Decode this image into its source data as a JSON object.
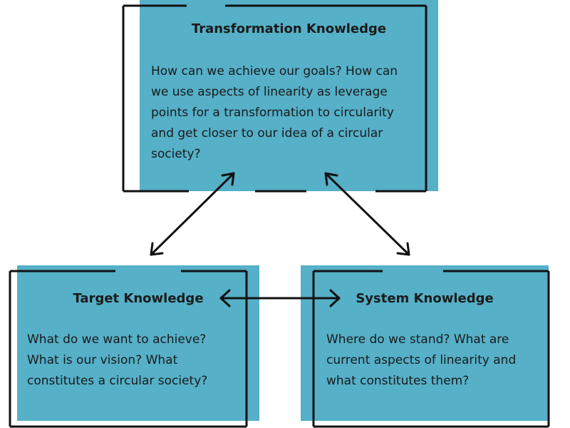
{
  "colors": {
    "box_fill": "#55b0c8",
    "frame": "#111111",
    "arrow": "#111111"
  },
  "nodes": {
    "transformation": {
      "title": "Transformation Knowledge",
      "lines": [
        "How can we achieve our goals? How can",
        "we use aspects of linearity as leverage",
        "points for a transformation to circularity",
        "and get closer to our idea of a circular",
        "society?"
      ]
    },
    "target": {
      "title": "Target Knowledge",
      "lines": [
        "What do we want to achieve?",
        "What is our vision? What",
        "constitutes a circular society?"
      ]
    },
    "system": {
      "title": "System Knowledge",
      "lines": [
        "Where do we stand? What are",
        "current aspects of linearity and",
        "what constitutes them?"
      ]
    }
  },
  "edges": [
    {
      "from": "transformation",
      "to": "target",
      "direction": "both"
    },
    {
      "from": "transformation",
      "to": "system",
      "direction": "both"
    },
    {
      "from": "target",
      "to": "system",
      "direction": "both"
    }
  ]
}
